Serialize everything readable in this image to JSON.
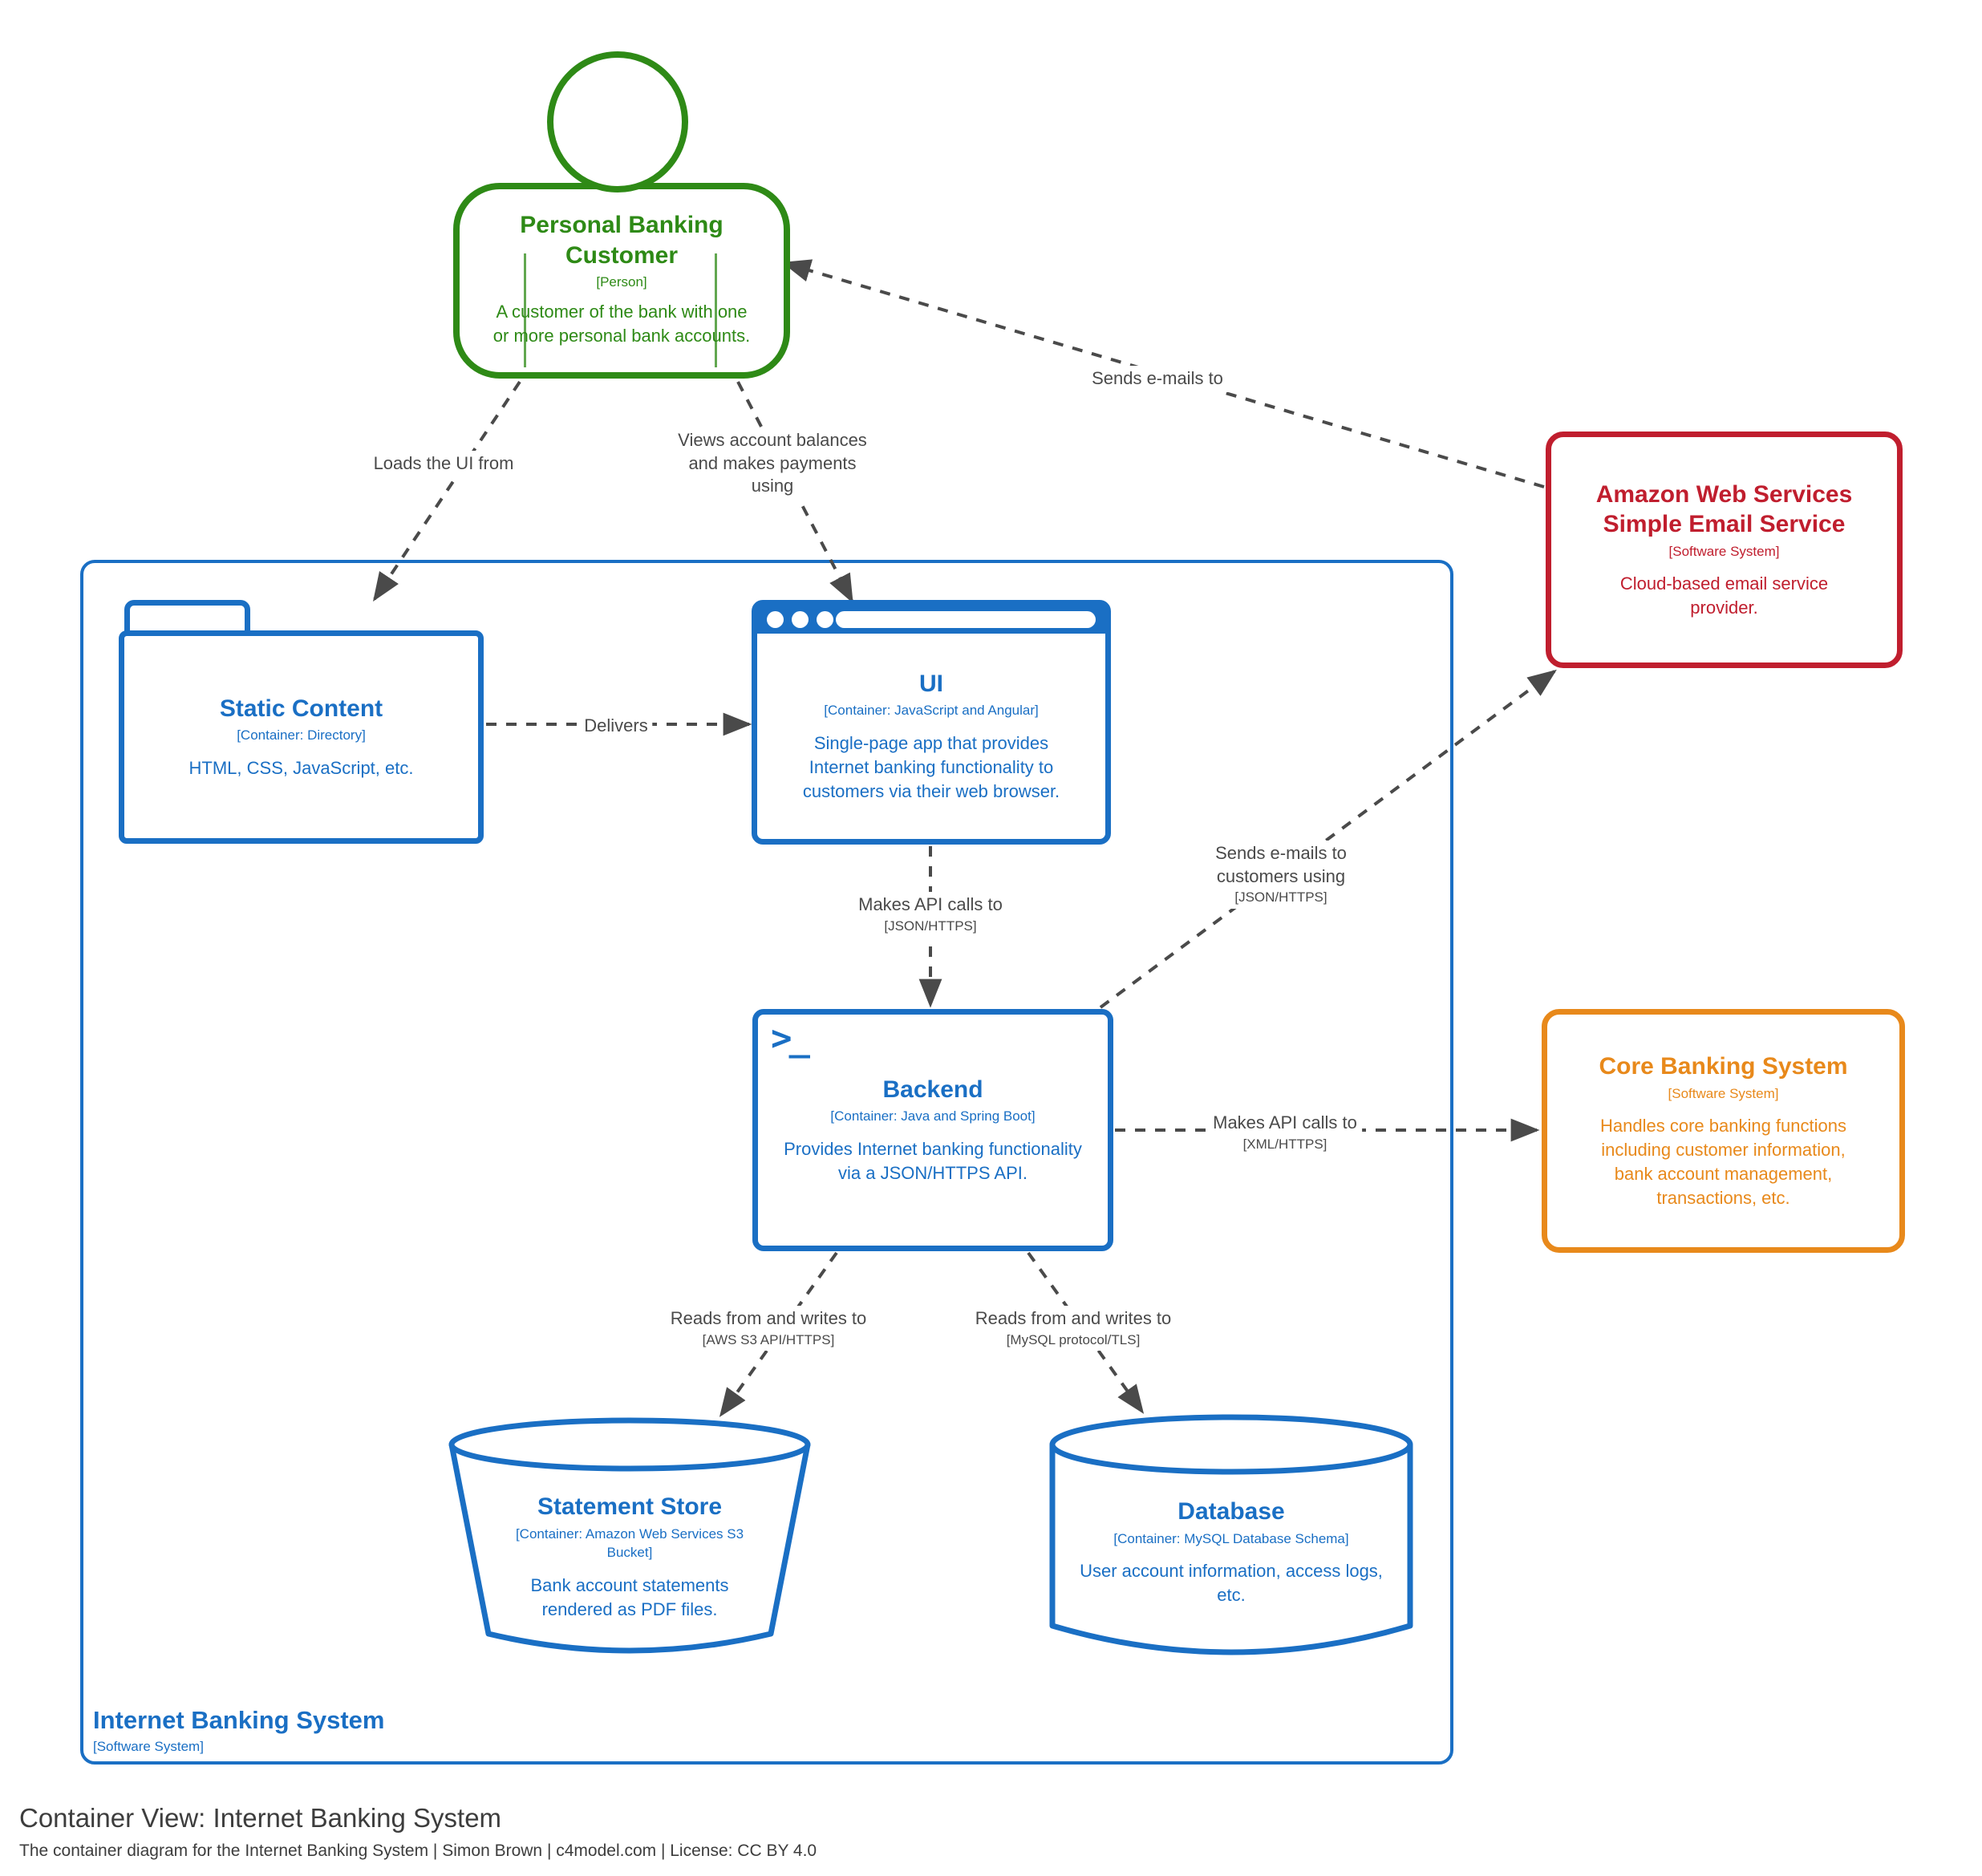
{
  "diagram": {
    "footer_title": "Container View: Internet Banking System",
    "footer_subtitle": "The container diagram for the Internet Banking System | Simon Brown | c4model.com | License: CC BY 4.0"
  },
  "colors": {
    "person_outline": "#2E8A16",
    "container_outline": "#1A6FC4",
    "external_system_red": "#C01E2E",
    "external_system_orange": "#E8891B",
    "relationship": "#4A4A4A"
  },
  "boundary": {
    "name": "Internet Banking System",
    "meta": "[Software System]"
  },
  "nodes": {
    "customer": {
      "title": "Personal Banking Customer",
      "meta": "[Person]",
      "description": "A customer of the bank with one or more personal bank accounts."
    },
    "ses": {
      "title": "Amazon Web Services Simple Email Service",
      "meta": "[Software System]",
      "description": "Cloud-based email service provider."
    },
    "static_content": {
      "title": "Static Content",
      "meta": "[Container: Directory]",
      "description": "HTML, CSS, JavaScript, etc."
    },
    "ui": {
      "title": "UI",
      "meta": "[Container: JavaScript and Angular]",
      "description": "Single-page app that provides Internet banking functionality to customers via their web browser."
    },
    "backend": {
      "title": "Backend",
      "meta": "[Container: Java and Spring Boot]",
      "description": "Provides Internet banking functionality via a JSON/HTTPS API.",
      "icon_glyph": ">_"
    },
    "statement_store": {
      "title": "Statement Store",
      "meta": "[Container: Amazon Web Services S3 Bucket]",
      "description": "Bank account statements rendered as PDF files."
    },
    "database": {
      "title": "Database",
      "meta": "[Container: MySQL Database Schema]",
      "description": "User account information, access logs, etc."
    },
    "core_banking": {
      "title": "Core Banking System",
      "meta": "[Software System]",
      "description": "Handles core banking functions including customer information, bank account management, transactions, etc."
    }
  },
  "relationships": {
    "customer_to_static": {
      "label": "Loads the UI from"
    },
    "customer_to_ui": {
      "label": "Views account balances and makes payments using"
    },
    "ses_to_customer": {
      "label": "Sends e-mails to"
    },
    "static_to_ui": {
      "label": "Delivers"
    },
    "ui_to_backend": {
      "label": "Makes API calls to",
      "tech": "[JSON/HTTPS]"
    },
    "backend_to_ses": {
      "label": "Sends e-mails to customers using",
      "tech": "[JSON/HTTPS]"
    },
    "backend_to_core": {
      "label": "Makes API calls to",
      "tech": "[XML/HTTPS]"
    },
    "backend_to_store": {
      "label": "Reads from and writes to",
      "tech": "[AWS S3 API/HTTPS]"
    },
    "backend_to_db": {
      "label": "Reads from and writes to",
      "tech": "[MySQL protocol/TLS]"
    }
  }
}
